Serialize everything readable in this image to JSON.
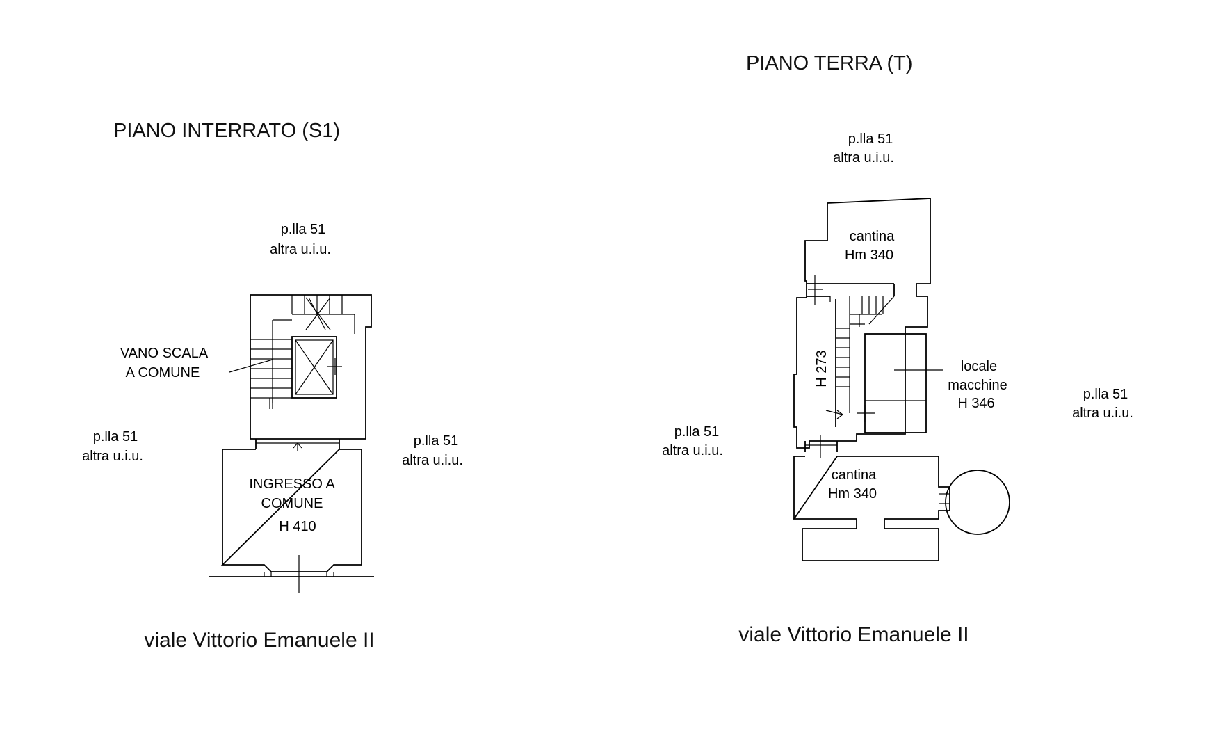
{
  "basement": {
    "title": "PIANO INTERRATO (S1)",
    "neighbor_top": {
      "parcel": "p.lla 51",
      "note": "altra u.i.u."
    },
    "neighbor_left": {
      "parcel": "p.lla 51",
      "note": "altra u.i.u."
    },
    "neighbor_right": {
      "parcel": "p.lla 51",
      "note": "altra u.i.u."
    },
    "stair_label": {
      "line1": "VANO SCALA",
      "line2": "A COMUNE"
    },
    "entrance": {
      "line1": "INGRESSO A",
      "line2": "COMUNE",
      "height": "H 410"
    },
    "street": "viale Vittorio Emanuele II"
  },
  "ground": {
    "title": "PIANO TERRA (T)",
    "neighbor_top": {
      "parcel": "p.lla 51",
      "note": "altra u.i.u."
    },
    "neighbor_left": {
      "parcel": "p.lla 51",
      "note": "altra u.i.u."
    },
    "neighbor_right": {
      "parcel": "p.lla 51",
      "note": "altra u.i.u."
    },
    "cellar_top": {
      "name": "cantina",
      "height": "Hm 340"
    },
    "corridor_height": "H 273",
    "machine_room": {
      "line1": "locale",
      "line2": "macchine",
      "height": "H 346"
    },
    "cellar_bottom": {
      "name": "cantina",
      "height": "Hm 340"
    },
    "street": "viale Vittorio Emanuele II"
  }
}
